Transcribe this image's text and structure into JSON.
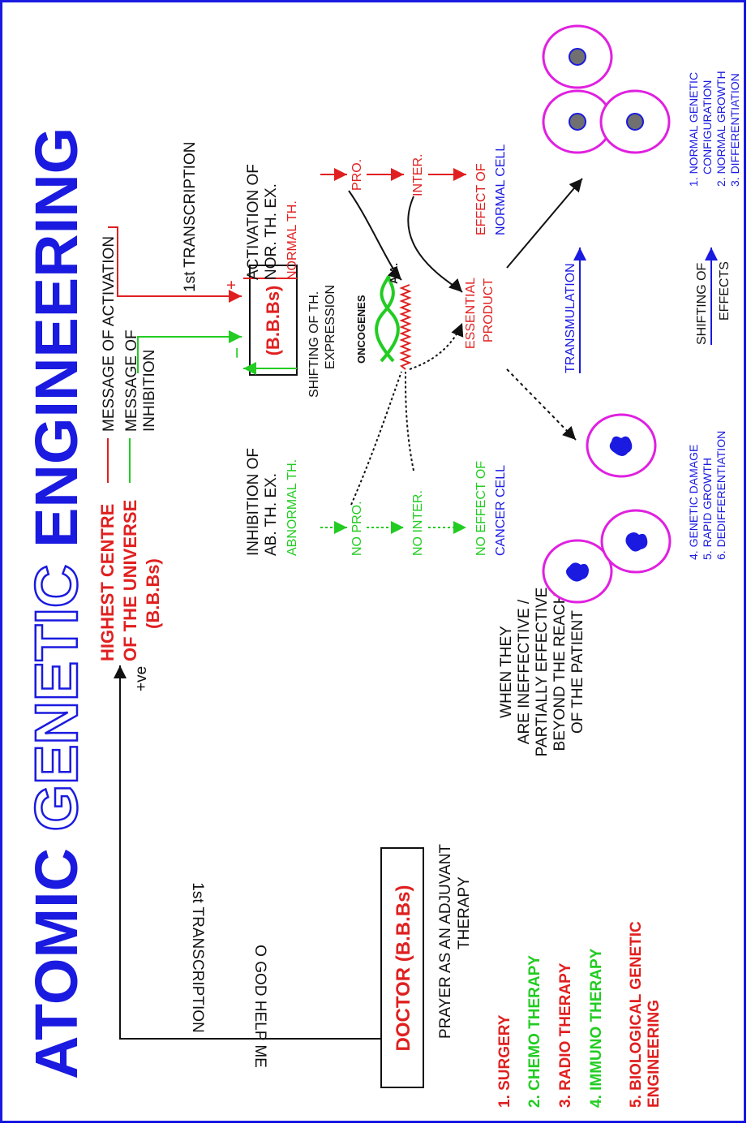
{
  "title": {
    "part1": "ATOMIC ",
    "part2": "GENETIC ",
    "part3": "ENGINEERING"
  },
  "colors": {
    "blue": "#1a1ae0",
    "red": "#e02020",
    "green": "#22cc22",
    "magenta": "#e020e0",
    "black": "#111111",
    "gray": "#707070"
  },
  "left": {
    "prayer_line": "O GOD HELP ME",
    "transcription": "1st TRANSCRIPTION",
    "positive": "+ve",
    "doctor": "DOCTOR (B.B.Bs)",
    "prayer_note": [
      "PRAYER AS AN ADJUVANT",
      "THERAPY"
    ],
    "therapies": [
      "1. SURGERY",
      "2. CHEMO THERAPY",
      "3. RADIO THERAPY",
      "4. IMMUNO THERAPY",
      "5. BIOLOGICAL GENETIC",
      "ENGINEERING"
    ],
    "when_note": [
      "WHEN THEY",
      "ARE INEFFECTIVE /",
      "PARTIALLY EFFECTIVE",
      "BEYOND THE REACH",
      "OF THE PATIENT"
    ]
  },
  "centre": {
    "highest": [
      "HIGHEST CENTRE",
      "OF THE UNIVERSE",
      "(B.B.Bs)"
    ],
    "activation": "MESSAGE OF ACTIVATION",
    "inhibition": [
      "MESSAGE OF",
      "INHIBITION"
    ],
    "transcription": "1st TRANSCRIPTION",
    "plus": "+",
    "minus": "−",
    "bbbs": "(B.B.Bs)",
    "shifting": [
      "SHIFTING OF TH.",
      "EXPRESSION"
    ],
    "oncogenes": "ONCOGENES",
    "aa": "A.A.",
    "activation_of": [
      "ACTIVATION OF",
      "NOR. TH. EX."
    ],
    "normal_th": "NORMAL TH.",
    "pro": "PRO.",
    "inter": "INTER.",
    "effect_of": "EFFECT OF",
    "normal_cell": "NORMAL CELL",
    "inhibition_of": [
      "INHIBITION OF",
      "AB. TH. EX."
    ],
    "abnormal_th": "ABNORMAL TH.",
    "no_pro": "NO PRO.",
    "no_inter": "NO INTER.",
    "no_effect_of": "NO EFFECT OF",
    "cancer_cell": "CANCER CELL",
    "essential": [
      "ESSENTIAL",
      "PRODUCT"
    ],
    "transmulation": "TRANSMULATION",
    "shifting_effects": [
      "SHIFTING OF",
      "EFFECTS"
    ],
    "normal_list": [
      "1. NORMAL GENETIC",
      "CONFIGURATION",
      "2. NORMAL GROWTH",
      "3. DIFFERENTIATION"
    ],
    "cancer_list": [
      "4. GENETIC DAMAGE",
      "5. RAPID GROWTH",
      "6. DEDIFFERENTIATION"
    ]
  }
}
